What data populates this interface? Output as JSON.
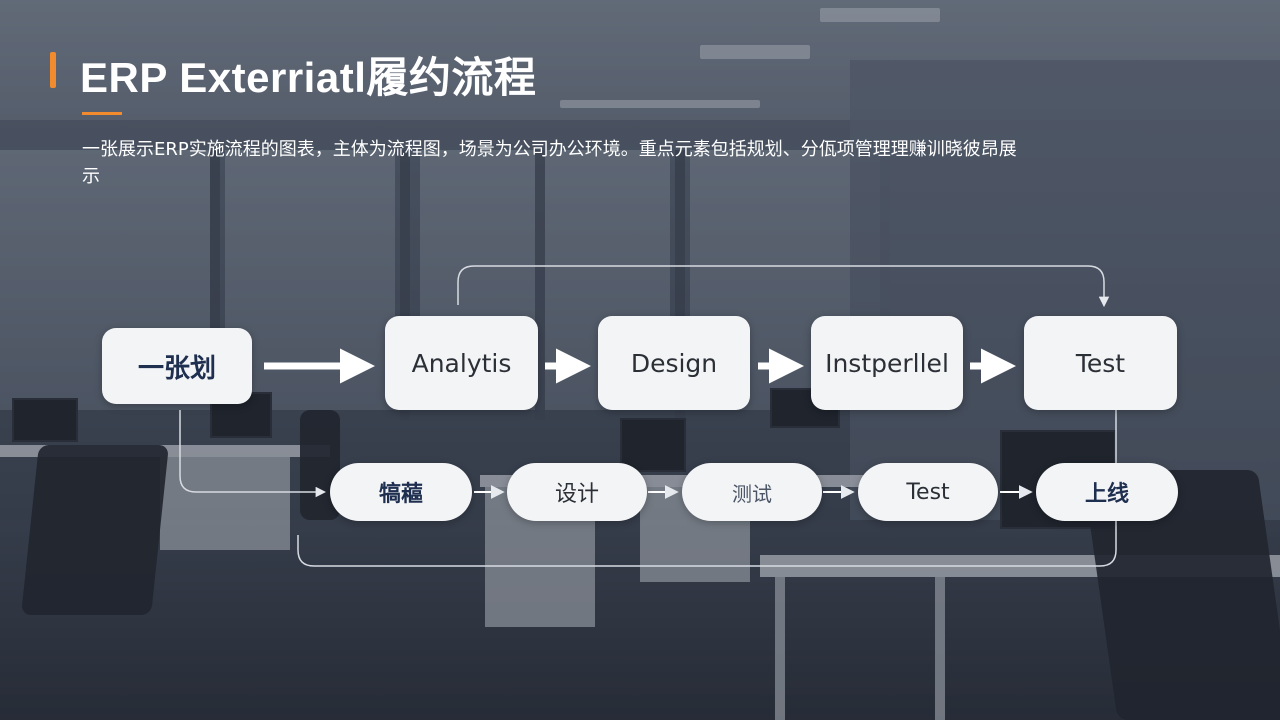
{
  "header": {
    "title": "ERP Exterriatl履约流程",
    "subtitle": "一张展示ERP实施流程的图表，主体为流程图，场景为公司办公环境。重点元素包括规划、分佤项管理理赚训晓彼昂展示"
  },
  "flow": {
    "top_row": [
      "一张划",
      "Analytis",
      "Design",
      "Instperllel",
      "Test"
    ],
    "bottom_row": [
      "犒藲",
      "设计",
      "测试",
      "Test",
      "上线"
    ]
  },
  "colors": {
    "accent": "#f28a2e",
    "node_fill": "#f3f4f6",
    "arrow": "#ffffff",
    "connector": "#d7dbe1"
  }
}
